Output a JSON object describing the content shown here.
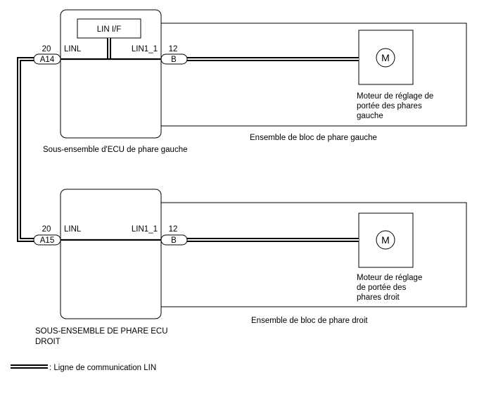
{
  "ecu_left": {
    "lin_if_label": "LIN I/F",
    "pin_left_number": "20",
    "pin_left_connector": "A14",
    "pin_left_signal": "LINL",
    "pin_right_signal": "LIN1_1",
    "pin_right_number": "12",
    "pin_right_connector": "B",
    "caption": "Sous-ensemble d'ECU de phare gauche"
  },
  "lamp_left": {
    "motor_symbol": "M",
    "motor_caption": [
      "Moteur de réglage de",
      "portée des phares",
      "gauche"
    ],
    "caption": "Ensemble de bloc de phare gauche"
  },
  "ecu_right": {
    "pin_left_number": "20",
    "pin_left_connector": "A15",
    "pin_left_signal": "LINL",
    "pin_right_signal": "LIN1_1",
    "pin_right_number": "12",
    "pin_right_connector": "B",
    "caption": [
      "SOUS-ENSEMBLE DE PHARE ECU",
      "DROIT"
    ]
  },
  "lamp_right": {
    "motor_symbol": "M",
    "motor_caption": [
      "Moteur de réglage",
      "de portée des",
      "phares droit"
    ],
    "caption": "Ensemble de bloc de phare droit"
  },
  "legend": {
    "label": ": Ligne de communication LIN"
  }
}
